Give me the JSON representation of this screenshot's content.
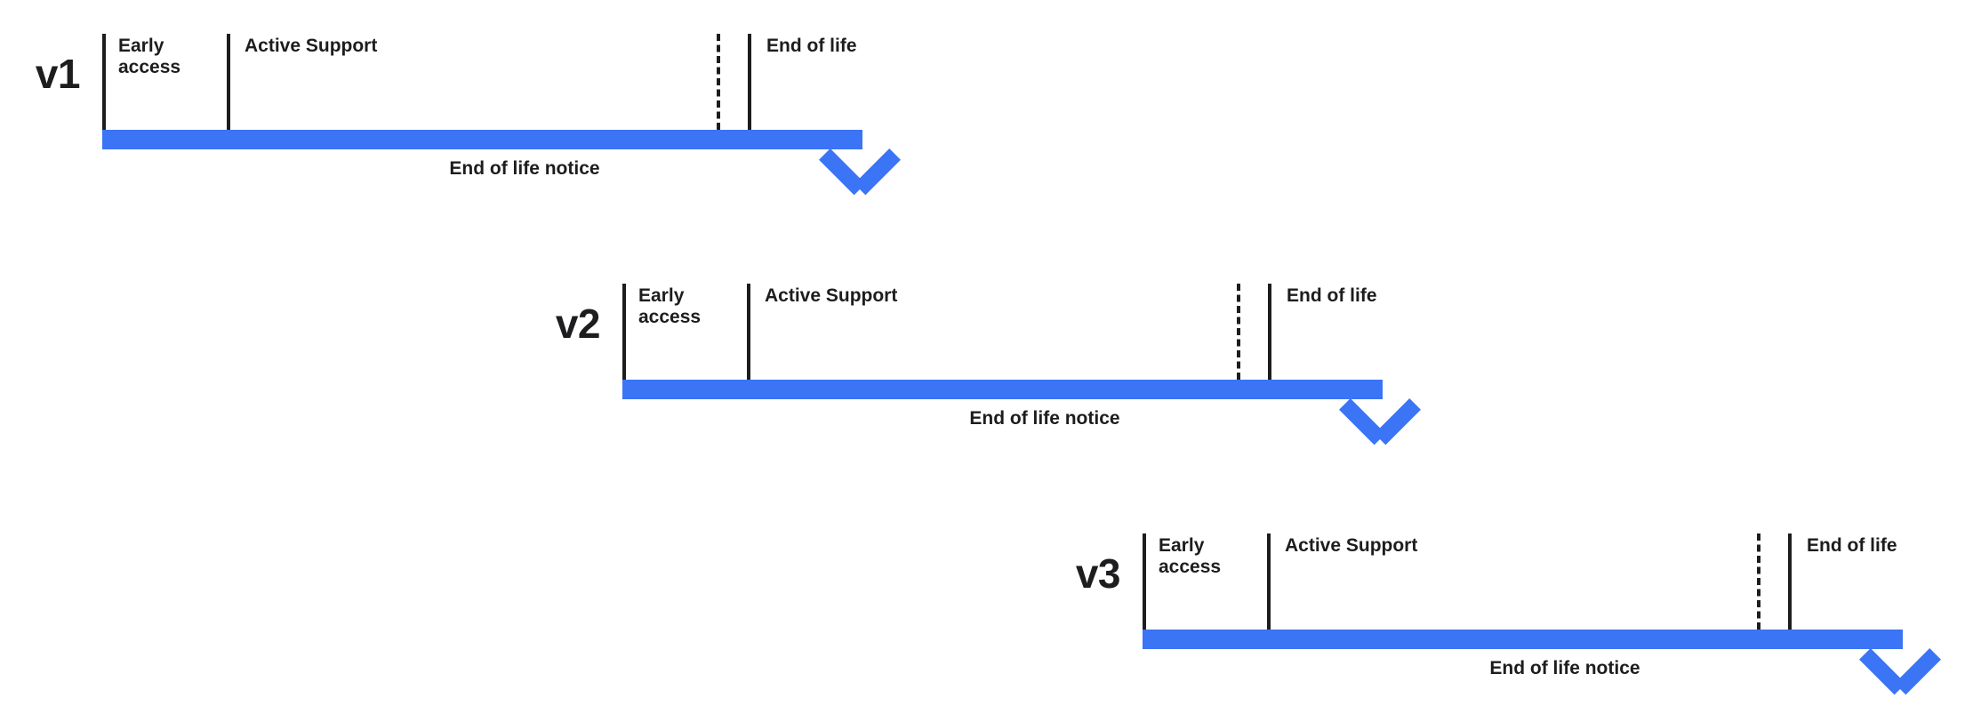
{
  "diagram": {
    "title": "Version lifecycle timeline",
    "accent_color": "#3b74f5",
    "text_color": "#1d1d1f",
    "background_color": "#ffffff"
  },
  "timelines": [
    {
      "version": "v1",
      "phases": {
        "early_access": "Early\naccess",
        "active_support": "Active Support",
        "end_of_life": "End of life"
      },
      "notice": "End of life notice"
    },
    {
      "version": "v2",
      "phases": {
        "early_access": "Early\naccess",
        "active_support": "Active Support",
        "end_of_life": "End of life"
      },
      "notice": "End of life notice"
    },
    {
      "version": "v3",
      "phases": {
        "early_access": "Early\naccess",
        "active_support": "Active Support",
        "end_of_life": "End of life"
      },
      "notice": "End of life notice"
    }
  ]
}
